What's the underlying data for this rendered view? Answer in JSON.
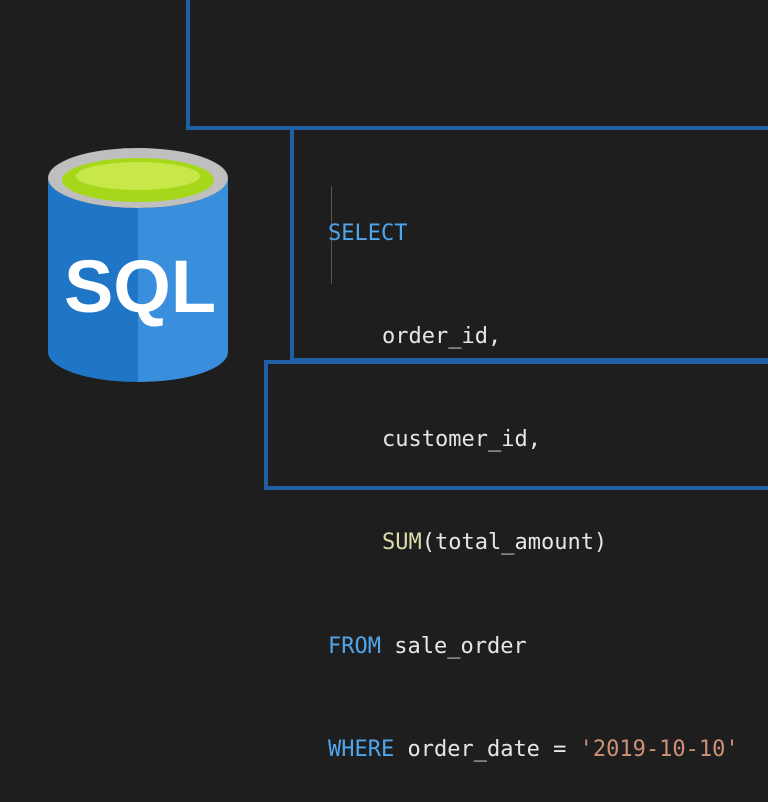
{
  "logo": {
    "text": "SQL",
    "colors": {
      "body": "#1f76c7",
      "body_dark": "#1a5ea8",
      "rim": "#bfbfbf",
      "liquid": "#a6d71b",
      "liquid_light": "#c8e84a",
      "text": "#ffffff"
    }
  },
  "code": {
    "line1": {
      "keyword": "SELECT"
    },
    "line2": {
      "text": "order_id,"
    },
    "line3": {
      "text": "customer_id,"
    },
    "line4": {
      "function": "SUM",
      "rest": "(total_amount)"
    },
    "line5": {
      "keyword": "FROM",
      "rest": " sale_order"
    },
    "line6": {
      "keyword": "WHERE",
      "rest": " order_date = ",
      "string": "'2019-10-10'"
    }
  },
  "colors": {
    "background": "#1e1e1e",
    "panel_border": "#1f5fa3",
    "keyword": "#4fa6ed",
    "function": "#dcdcaa",
    "string": "#ce9178",
    "text": "#e6e6e6"
  }
}
